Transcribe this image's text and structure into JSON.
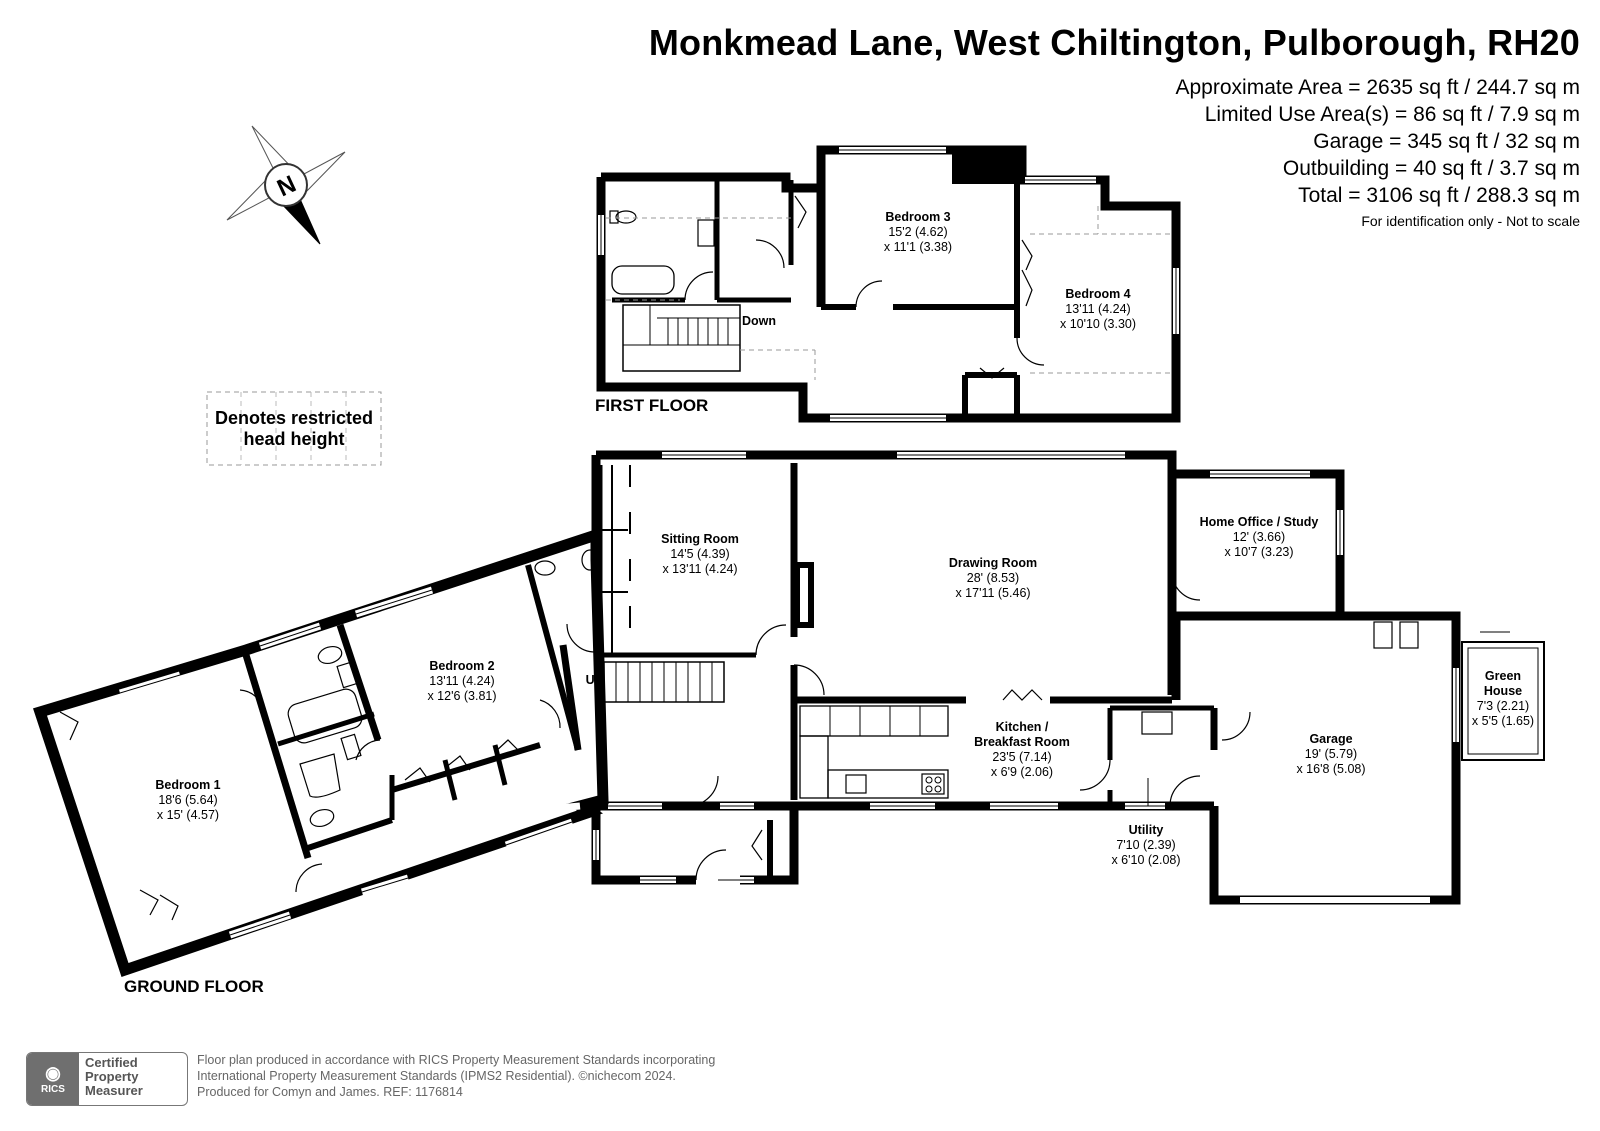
{
  "header": {
    "title": "Monkmead Lane, West Chiltington, Pulborough, RH20",
    "areas": [
      "Approximate Area = 2635 sq ft / 244.7 sq m",
      "Limited Use Area(s) = 86 sq ft / 7.9 sq m",
      "Garage = 345 sq ft / 32 sq m",
      "Outbuilding = 40 sq ft / 3.7 sq m",
      "Total = 3106 sq ft / 288.3 sq m"
    ],
    "note": "For identification only - Not to scale"
  },
  "compass": {
    "letter": "N"
  },
  "legend": {
    "line1": "Denotes restricted",
    "line2": "head height"
  },
  "floors": {
    "first": "FIRST FLOOR",
    "ground": "GROUND FLOOR"
  },
  "stairs": {
    "down": "Down",
    "up": "Up"
  },
  "rooms": {
    "bedroom3": {
      "name": "Bedroom 3",
      "d1": "15'2 (4.62)",
      "d2": "x 11'1 (3.38)"
    },
    "bedroom4": {
      "name": "Bedroom 4",
      "d1": "13'11 (4.24)",
      "d2": "x 10'10 (3.30)"
    },
    "sitting": {
      "name": "Sitting Room",
      "d1": "14'5 (4.39)",
      "d2": "x 13'11 (4.24)"
    },
    "drawing": {
      "name": "Drawing Room",
      "d1": "28' (8.53)",
      "d2": "x 17'11 (5.46)"
    },
    "office": {
      "name": "Home Office / Study",
      "d1": "12' (3.66)",
      "d2": "x 10'7 (3.23)"
    },
    "bedroom2": {
      "name": "Bedroom 2",
      "d1": "13'11 (4.24)",
      "d2": "x 12'6 (3.81)"
    },
    "bedroom1": {
      "name": "Bedroom 1",
      "d1": "18'6 (5.64)",
      "d2": "x 15' (4.57)"
    },
    "kitchen": {
      "name1": "Kitchen /",
      "name2": "Breakfast Room",
      "d1": "23'5 (7.14)",
      "d2": "x 6'9 (2.06)"
    },
    "utility": {
      "name": "Utility",
      "d1": "7'10 (2.39)",
      "d2": "x 6'10 (2.08)"
    },
    "garage": {
      "name": "Garage",
      "d1": "19' (5.79)",
      "d2": "x 16'8 (5.08)"
    },
    "greenhouse": {
      "name1": "Green",
      "name2": "House",
      "d1": "7'3 (2.21)",
      "d2": "x 5'5 (1.65)"
    }
  },
  "footer": {
    "line1": "Floor plan produced in accordance with RICS Property Measurement Standards incorporating",
    "line2": "International Property Measurement Standards (IPMS2 Residential).  ©nichecom 2024.",
    "line3": "Produced for Comyn and James.   REF:  1176814"
  },
  "badge": {
    "logo": "RICS",
    "line1": "Certified",
    "line2": "Property",
    "line3": "Measurer"
  }
}
